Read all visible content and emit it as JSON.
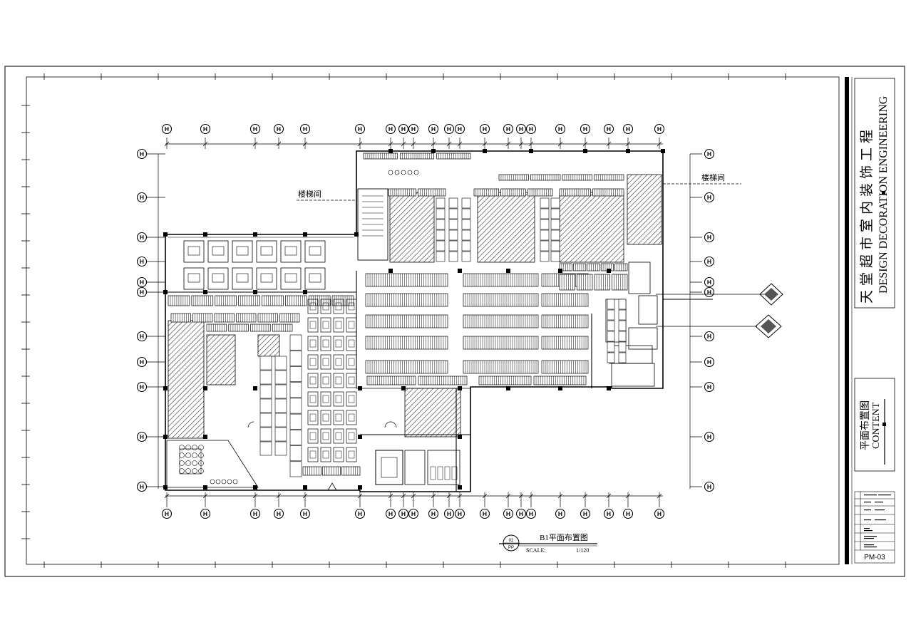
{
  "drawing": {
    "stair_label_left": "楼梯间",
    "stair_label_right": "楼梯间",
    "view_title": "B1平面布置图",
    "view_number": "02",
    "view_sheet": "PP",
    "scale_label": "SCALE:",
    "scale_value": "1/120"
  },
  "title_block": {
    "project_cn": "天堂超市室内装饰工程",
    "project_en": "DESIGN DECORATION ENGINEERING",
    "content_cn": "平面布置图",
    "content_en": "CONTENT",
    "sheet_number": "PM-03"
  },
  "grid_bubble_letter": "H",
  "colors": {
    "line": "#000000",
    "hatch": "#333333",
    "paper": "#ffffff"
  }
}
